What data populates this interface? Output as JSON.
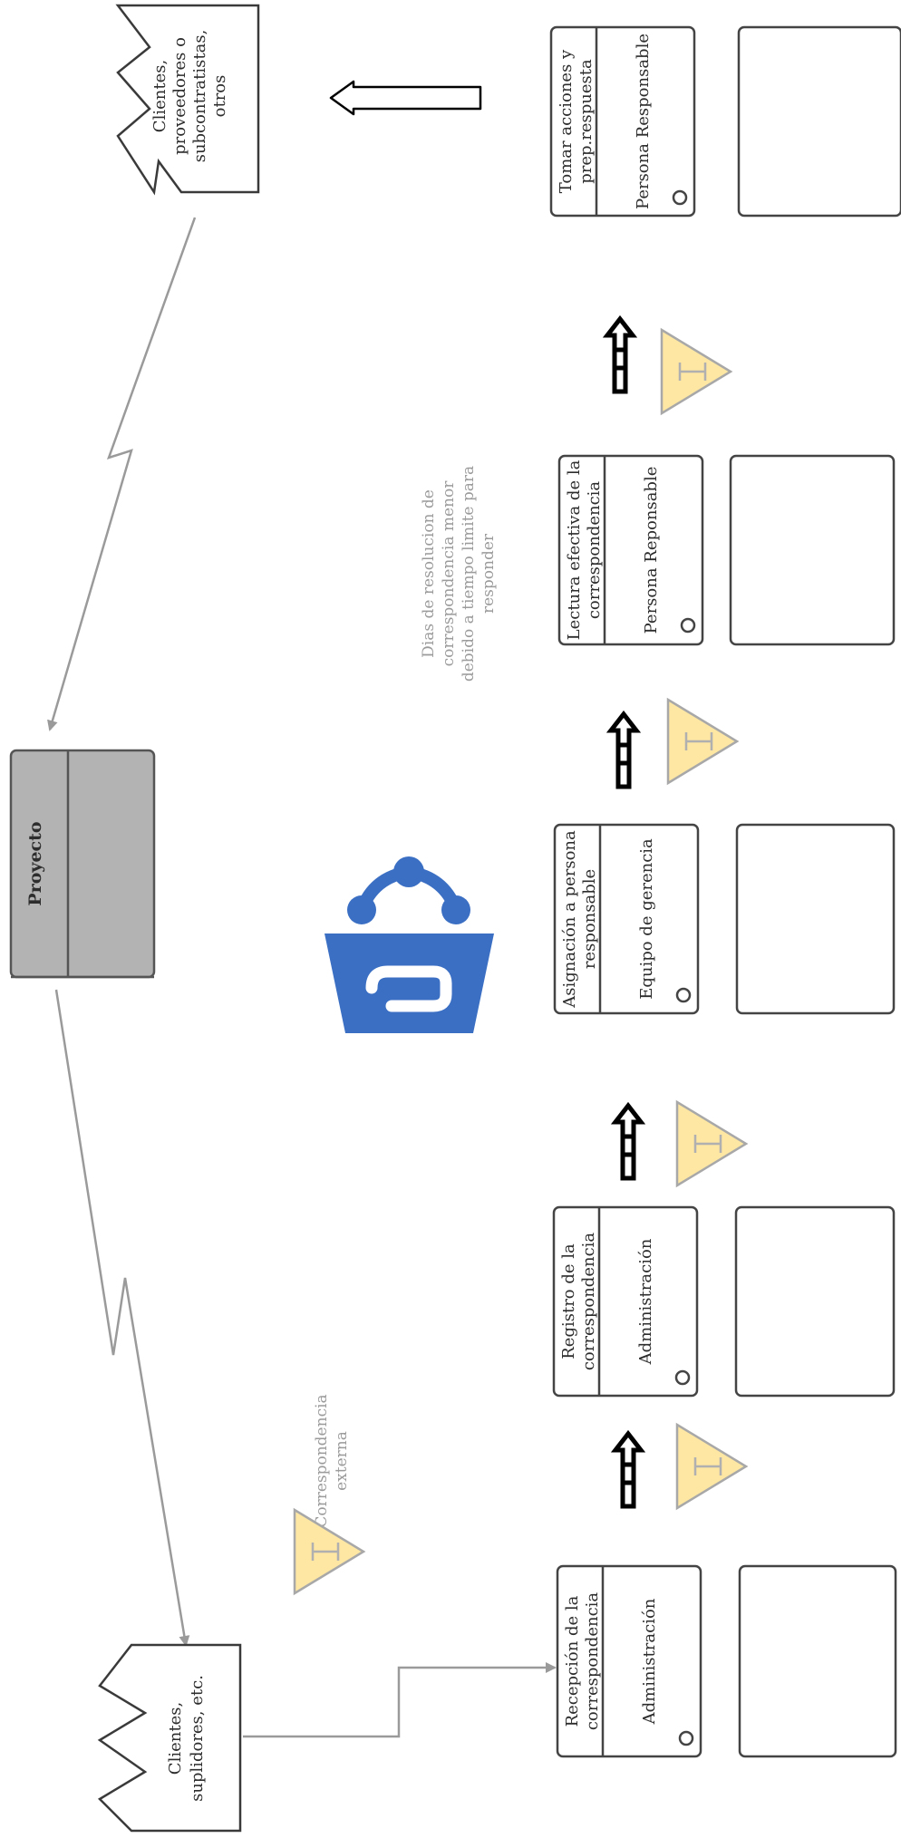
{
  "diagram": {
    "center_entity": {
      "label": "Proyecto"
    },
    "top_factory": {
      "lines": [
        "Clientes,",
        "proveedores o",
        "subcontratistas,",
        "otros"
      ]
    },
    "bottom_factory": {
      "lines": [
        "Clientes,",
        "suplidores, etc."
      ]
    },
    "external_note": {
      "lines": [
        "Correspondencia",
        "externa"
      ]
    },
    "time_note": {
      "lines": [
        "Dias de resolucion de",
        "correspondencia menor",
        "debido a tiempo limite para",
        "responder"
      ]
    },
    "processes": [
      {
        "title_lines": [
          "Recepción de la",
          "correspondencia"
        ],
        "owner": "Administración"
      },
      {
        "title_lines": [
          "Registro de la",
          "correspondencia"
        ],
        "owner": "Administración"
      },
      {
        "title_lines": [
          "Asignación  a persona",
          "responsable"
        ],
        "owner": "Equipo de gerencia"
      },
      {
        "title_lines": [
          "Lectura efectiva  de la",
          "correspondencia"
        ],
        "owner": "Persona Reponsable"
      },
      {
        "title_lines": [
          "Tomar acciones y",
          "prep.respuesta"
        ],
        "owner": "Persona Responsable"
      }
    ],
    "inventory_icon": "inventory-triangle-icon",
    "push_icon": "push-arrow-icon",
    "logo_icon": "smartsheet-basket-icon",
    "colors": {
      "inventory_fill": "#fde7a3",
      "logo_blue": "#3b6fc4",
      "entity_grey": "#b3b3b3"
    }
  }
}
